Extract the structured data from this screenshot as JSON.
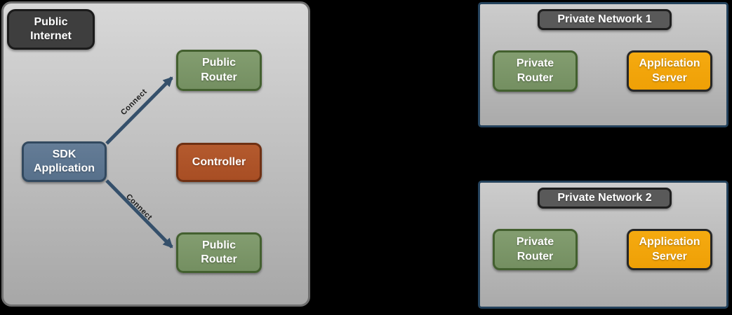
{
  "left_panel": {
    "zone_label": "Public\nInternet",
    "nodes": {
      "public_router_top": "Public\nRouter",
      "controller": "Controller",
      "sdk_application": "SDK\nApplication",
      "public_router_bottom": "Public\nRouter"
    },
    "connections": {
      "to_top_router_label": "Connect",
      "to_bottom_router_label": "Connect"
    }
  },
  "private_networks": [
    {
      "title": "Private Network 1",
      "router": "Private\nRouter",
      "server": "Application\nServer"
    },
    {
      "title": "Private Network 2",
      "router": "Private\nRouter",
      "server": "Application\nServer"
    }
  ],
  "colors": {
    "background": "#000000",
    "zone_fill_top": "#d8d8d8",
    "zone_fill_bottom": "#a7a7a7",
    "zone_border": "#6f6f6f",
    "network_border": "#24425c",
    "dark_node": "#3e3e3e",
    "header_node": "#595959",
    "green_node": "#7b9468",
    "slate_node": "#5d7590",
    "rust_node": "#ad5328",
    "orange_node": "#f2a30a",
    "arrow": "#35506b",
    "node_text": "#ffffff",
    "connect_text": "#1a1a1a"
  }
}
